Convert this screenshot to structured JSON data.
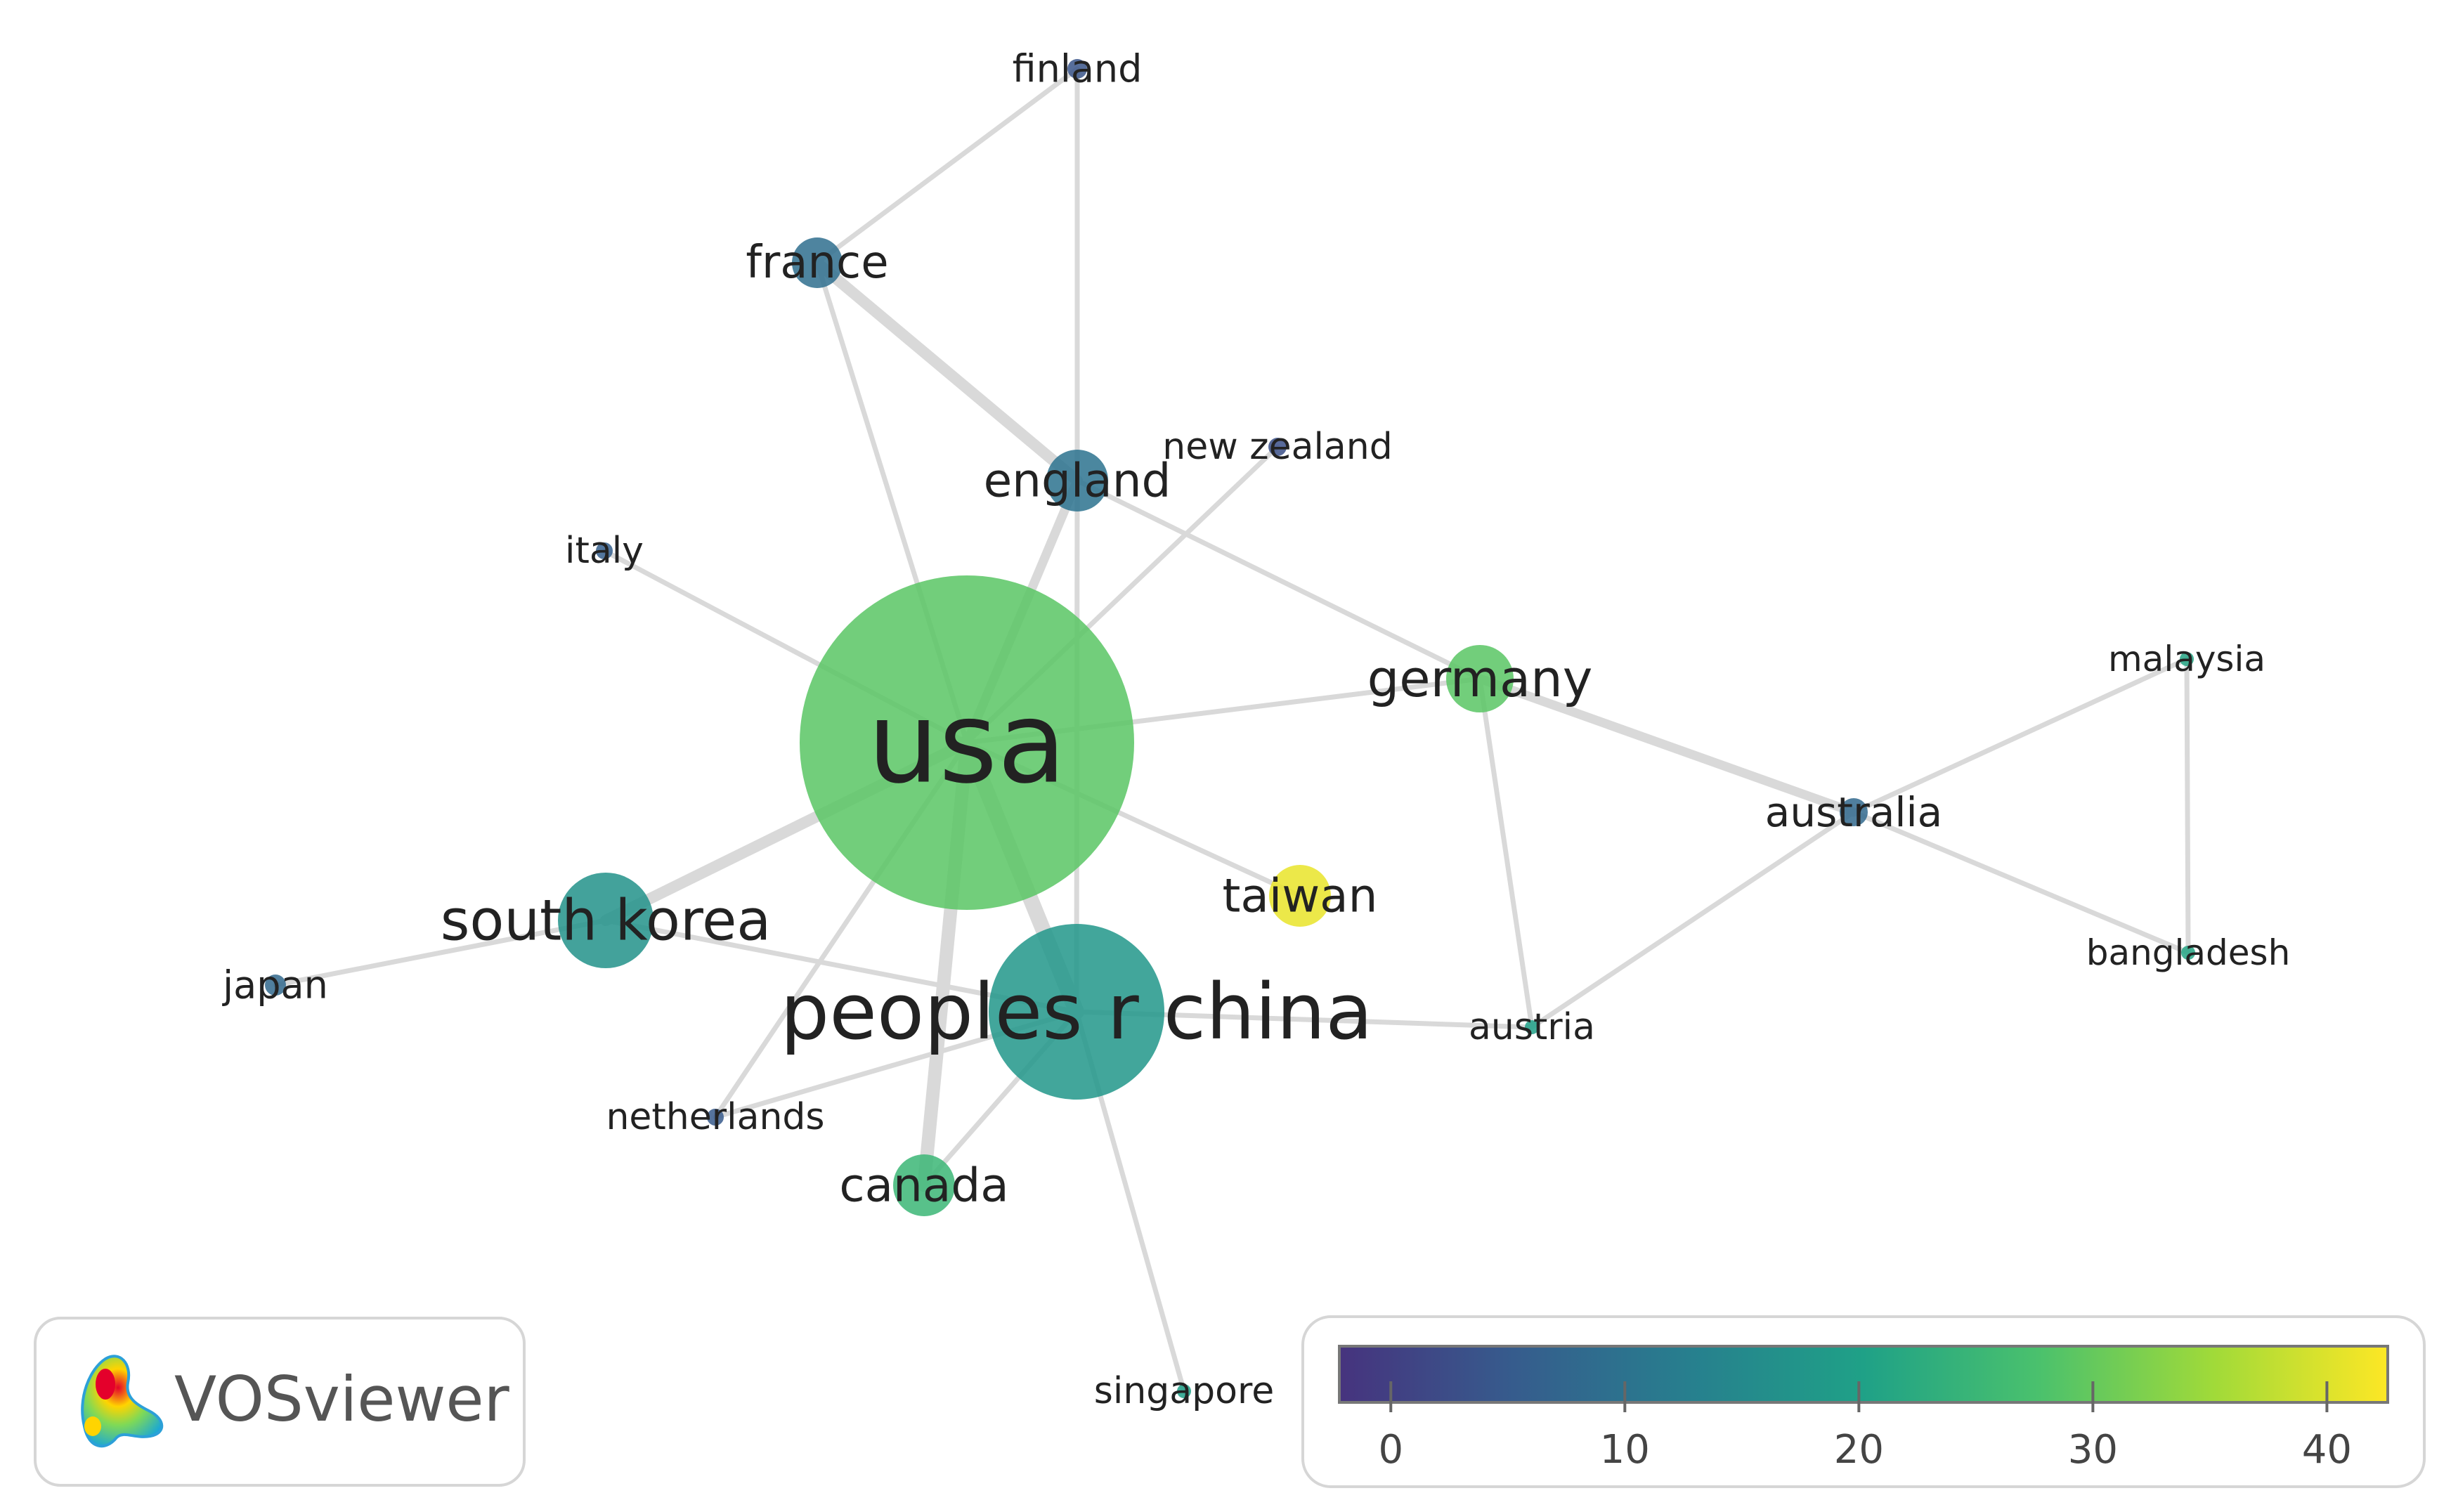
{
  "network": {
    "nodes": [
      {
        "id": "usa",
        "label": "usa",
        "score": 29,
        "weight": 100
      },
      {
        "id": "peoples_r_china",
        "label": "peoples r china",
        "score": 18,
        "weight": 60
      },
      {
        "id": "south_korea",
        "label": "south korea",
        "score": 17,
        "weight": 22
      },
      {
        "id": "canada",
        "label": "canada",
        "score": 25,
        "weight": 10
      },
      {
        "id": "germany",
        "label": "germany",
        "score": 29,
        "weight": 12
      },
      {
        "id": "taiwan",
        "label": "taiwan",
        "score": 41,
        "weight": 9
      },
      {
        "id": "england",
        "label": "england",
        "score": 10,
        "weight": 10
      },
      {
        "id": "france",
        "label": "france",
        "score": 9,
        "weight": 7
      },
      {
        "id": "australia",
        "label": "australia",
        "score": 8,
        "weight": 4
      },
      {
        "id": "finland",
        "label": "finland",
        "score": 4,
        "weight": 2
      },
      {
        "id": "new_zealand",
        "label": "new zealand",
        "score": 3,
        "weight": 2
      },
      {
        "id": "italy",
        "label": "italy",
        "score": 6,
        "weight": 2
      },
      {
        "id": "japan",
        "label": "japan",
        "score": 8,
        "weight": 2
      },
      {
        "id": "netherlands",
        "label": "netherlands",
        "score": 5,
        "weight": 2
      },
      {
        "id": "singapore",
        "label": "singapore",
        "score": 20,
        "weight": 1
      },
      {
        "id": "austria",
        "label": "austria",
        "score": 20,
        "weight": 1
      },
      {
        "id": "malaysia",
        "label": "malaysia",
        "score": 21,
        "weight": 1
      },
      {
        "id": "bangladesh",
        "label": "bangladesh",
        "score": 21,
        "weight": 1
      }
    ],
    "links": [
      {
        "source": "usa",
        "target": "peoples_r_china",
        "strength": 6
      },
      {
        "source": "usa",
        "target": "canada",
        "strength": 5
      },
      {
        "source": "usa",
        "target": "south_korea",
        "strength": 4
      },
      {
        "source": "usa",
        "target": "england",
        "strength": 3
      },
      {
        "source": "usa",
        "target": "france",
        "strength": 1
      },
      {
        "source": "usa",
        "target": "italy",
        "strength": 1
      },
      {
        "source": "usa",
        "target": "germany",
        "strength": 1
      },
      {
        "source": "usa",
        "target": "taiwan",
        "strength": 1
      },
      {
        "source": "usa",
        "target": "new_zealand",
        "strength": 1
      },
      {
        "source": "usa",
        "target": "netherlands",
        "strength": 1
      },
      {
        "source": "france",
        "target": "england",
        "strength": 4
      },
      {
        "source": "france",
        "target": "finland",
        "strength": 1
      },
      {
        "source": "finland",
        "target": "england",
        "strength": 1
      },
      {
        "source": "england",
        "target": "peoples_r_china",
        "strength": 1
      },
      {
        "source": "england",
        "target": "germany",
        "strength": 1
      },
      {
        "source": "germany",
        "target": "australia",
        "strength": 3
      },
      {
        "source": "germany",
        "target": "austria",
        "strength": 1
      },
      {
        "source": "australia",
        "target": "malaysia",
        "strength": 1
      },
      {
        "source": "australia",
        "target": "bangladesh",
        "strength": 1
      },
      {
        "source": "australia",
        "target": "austria",
        "strength": 1
      },
      {
        "source": "malaysia",
        "target": "bangladesh",
        "strength": 1
      },
      {
        "source": "peoples_r_china",
        "target": "south_korea",
        "strength": 1
      },
      {
        "source": "peoples_r_china",
        "target": "canada",
        "strength": 1
      },
      {
        "source": "peoples_r_china",
        "target": "netherlands",
        "strength": 1
      },
      {
        "source": "peoples_r_china",
        "target": "singapore",
        "strength": 1
      },
      {
        "source": "peoples_r_china",
        "target": "austria",
        "strength": 1
      },
      {
        "source": "south_korea",
        "target": "japan",
        "strength": 1
      }
    ]
  },
  "color_scale": {
    "min": -2.2,
    "max": 42.6,
    "ticks": [
      "0",
      "10",
      "20",
      "30",
      "40"
    ],
    "tick_values": [
      0,
      10,
      20,
      30,
      40
    ],
    "colors": [
      "#46337e",
      "#365c8d",
      "#277f8e",
      "#1fa187",
      "#4ac16d",
      "#a0da39",
      "#fde725"
    ]
  },
  "brand": {
    "name": "VOSviewer",
    "logo_icon": "vosviewer-heatmap-logo"
  },
  "style": {
    "link_color": "#d9d9d9",
    "label_color": "#222222"
  }
}
